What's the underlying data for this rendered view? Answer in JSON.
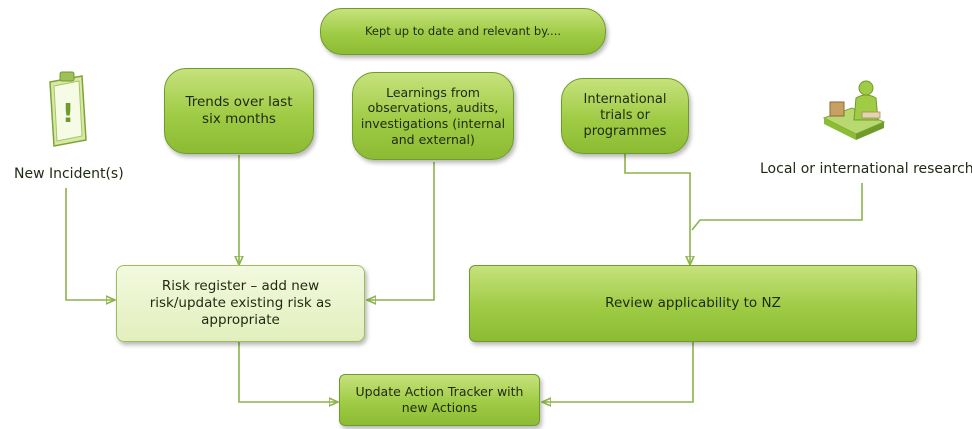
{
  "nodes": {
    "header": "Kept up to date and relevant by....",
    "trends": "Trends over last six months",
    "learnings": "Learnings from observations, audits, investigations (internal and external)",
    "international": "International trials or programmes",
    "risk_register": "Risk register – add new risk/update existing risk as appropriate",
    "review": "Review applicability to NZ",
    "tracker": "Update Action Tracker with new Actions"
  },
  "labels": {
    "new_incidents": "New Incident(s)",
    "local_research": "Local or international research"
  },
  "icons": {
    "clipboard": "clipboard-alert-icon",
    "researcher": "person-at-desk-icon"
  },
  "colors": {
    "box_top": "#c6e27c",
    "box_bottom": "#8cbc33",
    "box_border": "#6f9a2c",
    "light_box": "#e8f2c6",
    "connector": "#8cb34a"
  }
}
